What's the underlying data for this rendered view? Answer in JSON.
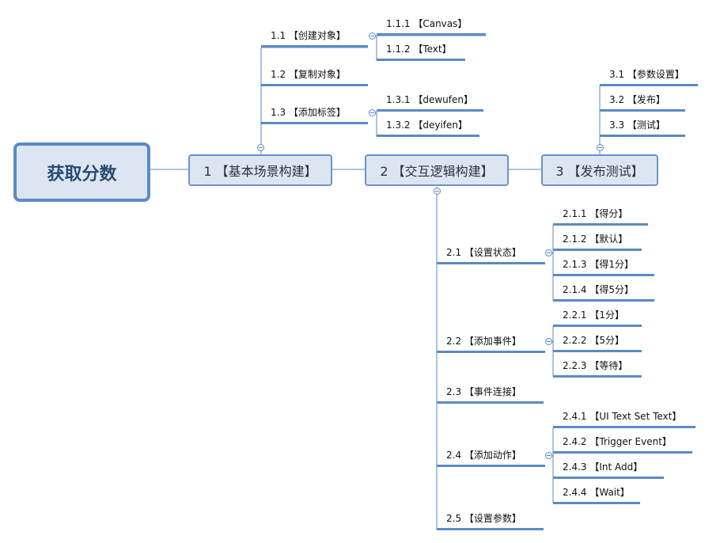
{
  "root": "获取分数",
  "branches": [
    {
      "label": "1 【基本场景构建】",
      "children": [
        {
          "label": "1.1 【创建对象】",
          "children": [
            {
              "label": "1.1.1 【Canvas】"
            },
            {
              "label": "1.1.2 【Text】"
            }
          ]
        },
        {
          "label": "1.2 【复制对象】"
        },
        {
          "label": "1.3 【添加标签】",
          "children": [
            {
              "label": "1.3.1 【dewufen】"
            },
            {
              "label": "1.3.2 【deyifen】"
            }
          ]
        }
      ]
    },
    {
      "label": "2 【交互逻辑构建】",
      "children": [
        {
          "label": "2.1 【设置状态】",
          "children": [
            {
              "label": "2.1.1 【得分】"
            },
            {
              "label": "2.1.2 【默认】"
            },
            {
              "label": "2.1.3 【得1分】"
            },
            {
              "label": "2.1.4 【得5分】"
            }
          ]
        },
        {
          "label": "2.2 【添加事件】",
          "children": [
            {
              "label": "2.2.1 【1分】"
            },
            {
              "label": "2.2.2 【5分】"
            },
            {
              "label": "2.2.3 【等待】"
            }
          ]
        },
        {
          "label": "2.3 【事件连接】"
        },
        {
          "label": "2.4 【添加动作】",
          "children": [
            {
              "label": "2.4.1 【UI Text Set Text】"
            },
            {
              "label": "2.4.2 【Trigger Event】"
            },
            {
              "label": "2.4.3 【Int Add】"
            },
            {
              "label": "2.4.4 【Wait】"
            }
          ]
        },
        {
          "label": "2.5 【设置参数】"
        }
      ]
    },
    {
      "label": "3 【发布测试】",
      "children": [
        {
          "label": "3.1 【参数设置】"
        },
        {
          "label": "3.2 【发布】"
        },
        {
          "label": "3.3 【测试】"
        }
      ]
    }
  ],
  "colors": {
    "line": "#5b8ac6",
    "node_fill": "#dce6f2",
    "root_border": "#5b8ac6"
  }
}
